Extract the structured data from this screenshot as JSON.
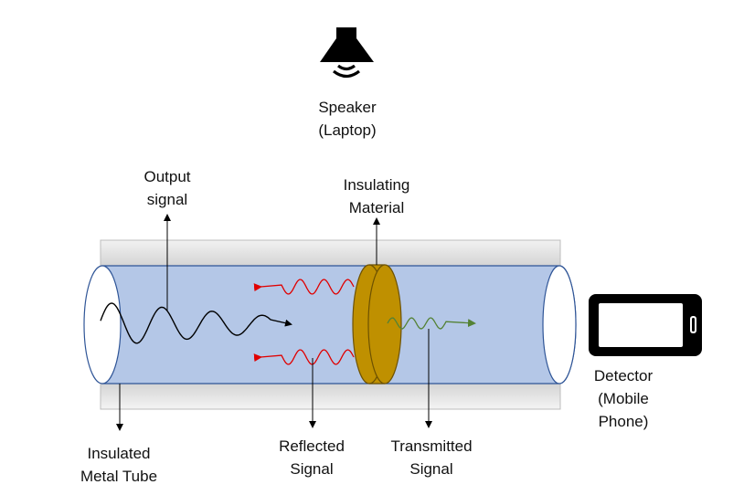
{
  "labels": {
    "speaker": [
      "Speaker",
      "(Laptop)"
    ],
    "output_signal": [
      "Output",
      "signal"
    ],
    "insulating_material": [
      "Insulating",
      "Material"
    ],
    "detector": [
      "Detector",
      "(Mobile",
      "Phone)"
    ],
    "insulated_tube": [
      "Insulated",
      "Metal Tube"
    ],
    "reflected_signal": [
      "Reflected",
      "Signal"
    ],
    "transmitted_signal": [
      "Transmitted",
      "Signal"
    ]
  },
  "icons": {
    "speaker": "speaker-icon",
    "detector": "mobile-phone-icon"
  },
  "colors": {
    "tube_fill": "#b4c7e7",
    "tube_outline": "#2f5597",
    "shield": "#e6e6e6",
    "insulator": "#bf9000",
    "output_wave": "#000000",
    "reflected_wave": "#e00000",
    "transmitted_wave": "#548235"
  }
}
